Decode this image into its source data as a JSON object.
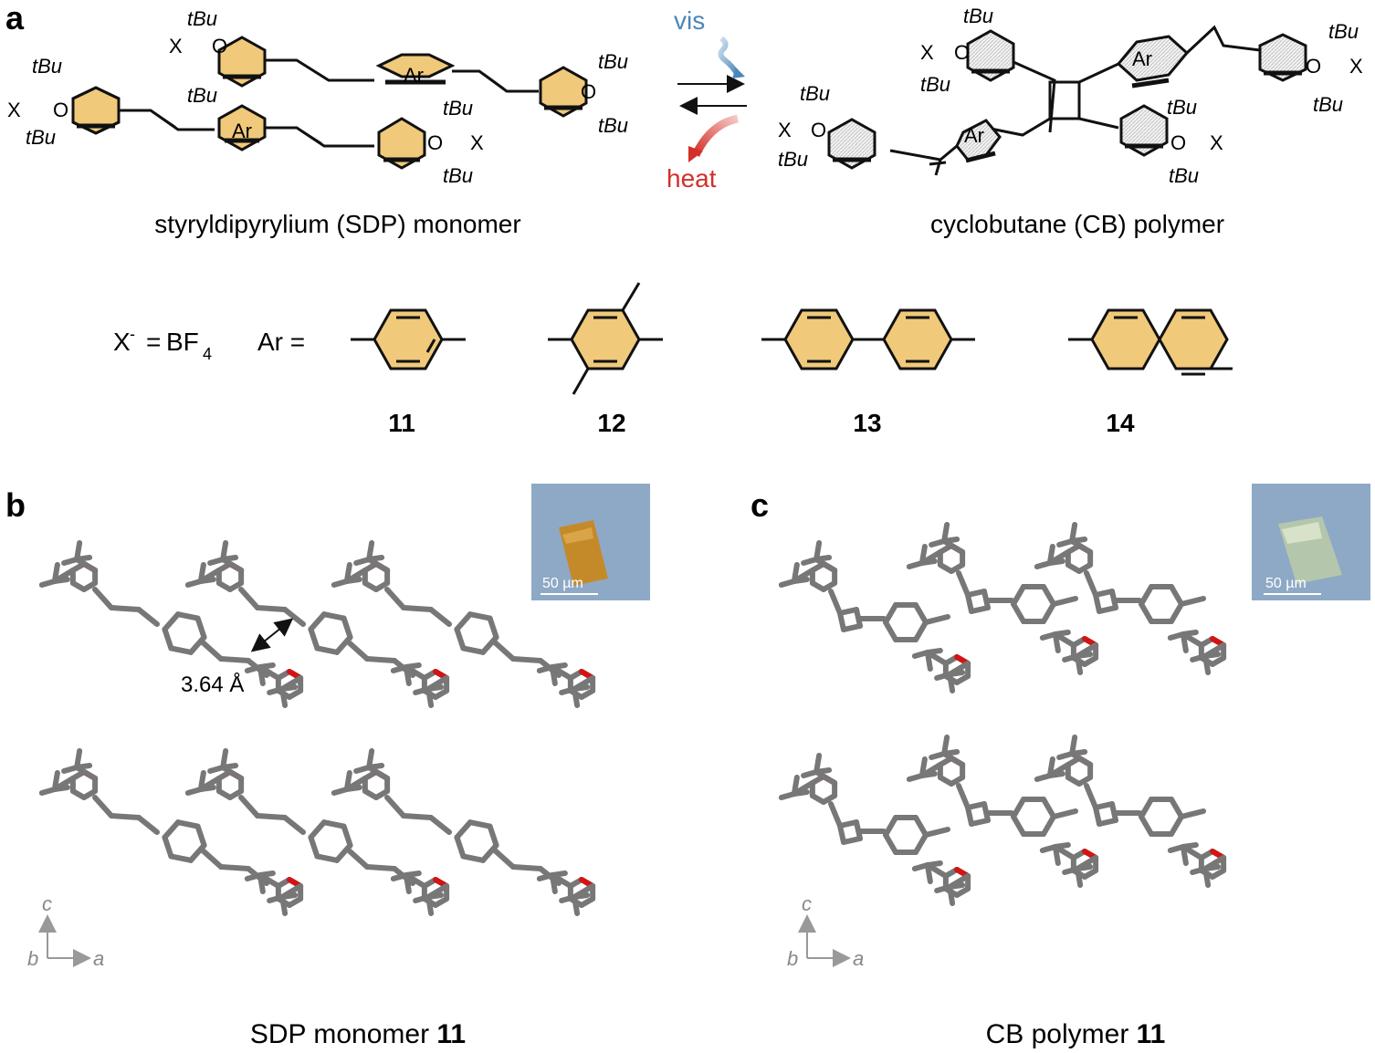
{
  "panels": {
    "a": {
      "label": "a",
      "monomer_caption": "styryldipyrylium (SDP) monomer",
      "polymer_caption": "cyclobutane (CB) polymer",
      "arrow_forward_label": "vis",
      "arrow_back_label": "heat",
      "tBu": "tBu",
      "t_prefix": "t",
      "bu_suffix": "Bu",
      "ar": "Ar",
      "x_minus": "X",
      "o_plus": "O",
      "minus": "-",
      "plus": "+",
      "definitions": {
        "x_label": "X",
        "bf4": "BF",
        "bf4_sub": "4",
        "equals": "=",
        "ar_label": "Ar =",
        "compounds": [
          "11",
          "12",
          "13",
          "14"
        ]
      }
    },
    "b": {
      "label": "b",
      "distance": "3.64 Å",
      "scale_bar": "50 µm",
      "axis_c": "c",
      "axis_b": "b",
      "axis_a": "a",
      "caption_prefix": "SDP monomer ",
      "caption_num": "11"
    },
    "c": {
      "label": "c",
      "scale_bar": "50 µm",
      "axis_c": "c",
      "axis_b": "b",
      "axis_a": "a",
      "caption_prefix": "CB polymer ",
      "caption_num": "11"
    }
  },
  "colors": {
    "ring_fill": "#f0c97a",
    "stick_gray": "#777777",
    "oxygen_red": "#d21414",
    "vis_blue": "#4a86b8",
    "heat_red": "#d2302a",
    "crystal_bg": "#8ea9c6",
    "crystal_monomer": "#c48a2a",
    "crystal_polymer": "#b8c9a8",
    "axis_gray": "#999999"
  }
}
